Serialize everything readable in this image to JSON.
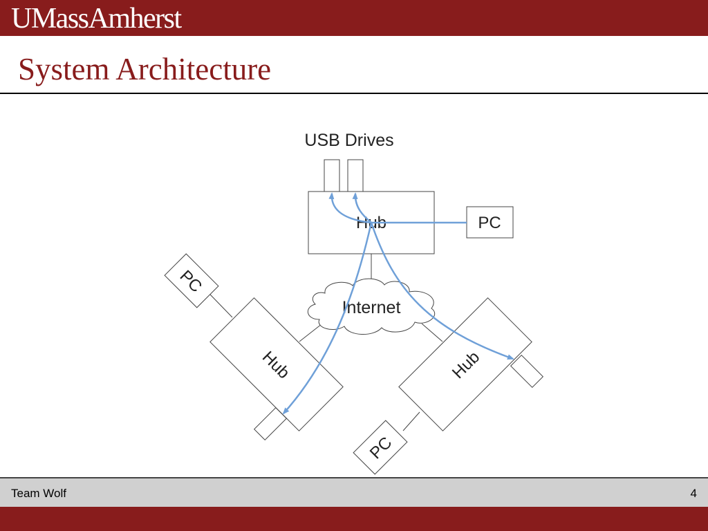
{
  "header": {
    "brand": "UMassAmherst"
  },
  "slide": {
    "title": "System Architecture"
  },
  "diagram": {
    "usb_label": "USB Drives",
    "top_hub_label": "Hub",
    "right_pc_label": "PC",
    "internet_label": "Internet",
    "left_pc_label": "PC",
    "left_hub_label": "Hub",
    "right_hub_label": "Hub",
    "bottom_pc_label": "PC"
  },
  "footer": {
    "team": "Team Wolf",
    "page_number": "4"
  },
  "colors": {
    "brand": "#881c1c",
    "arrow": "#6fa0d8",
    "footer_bg": "#d0d0d0"
  }
}
